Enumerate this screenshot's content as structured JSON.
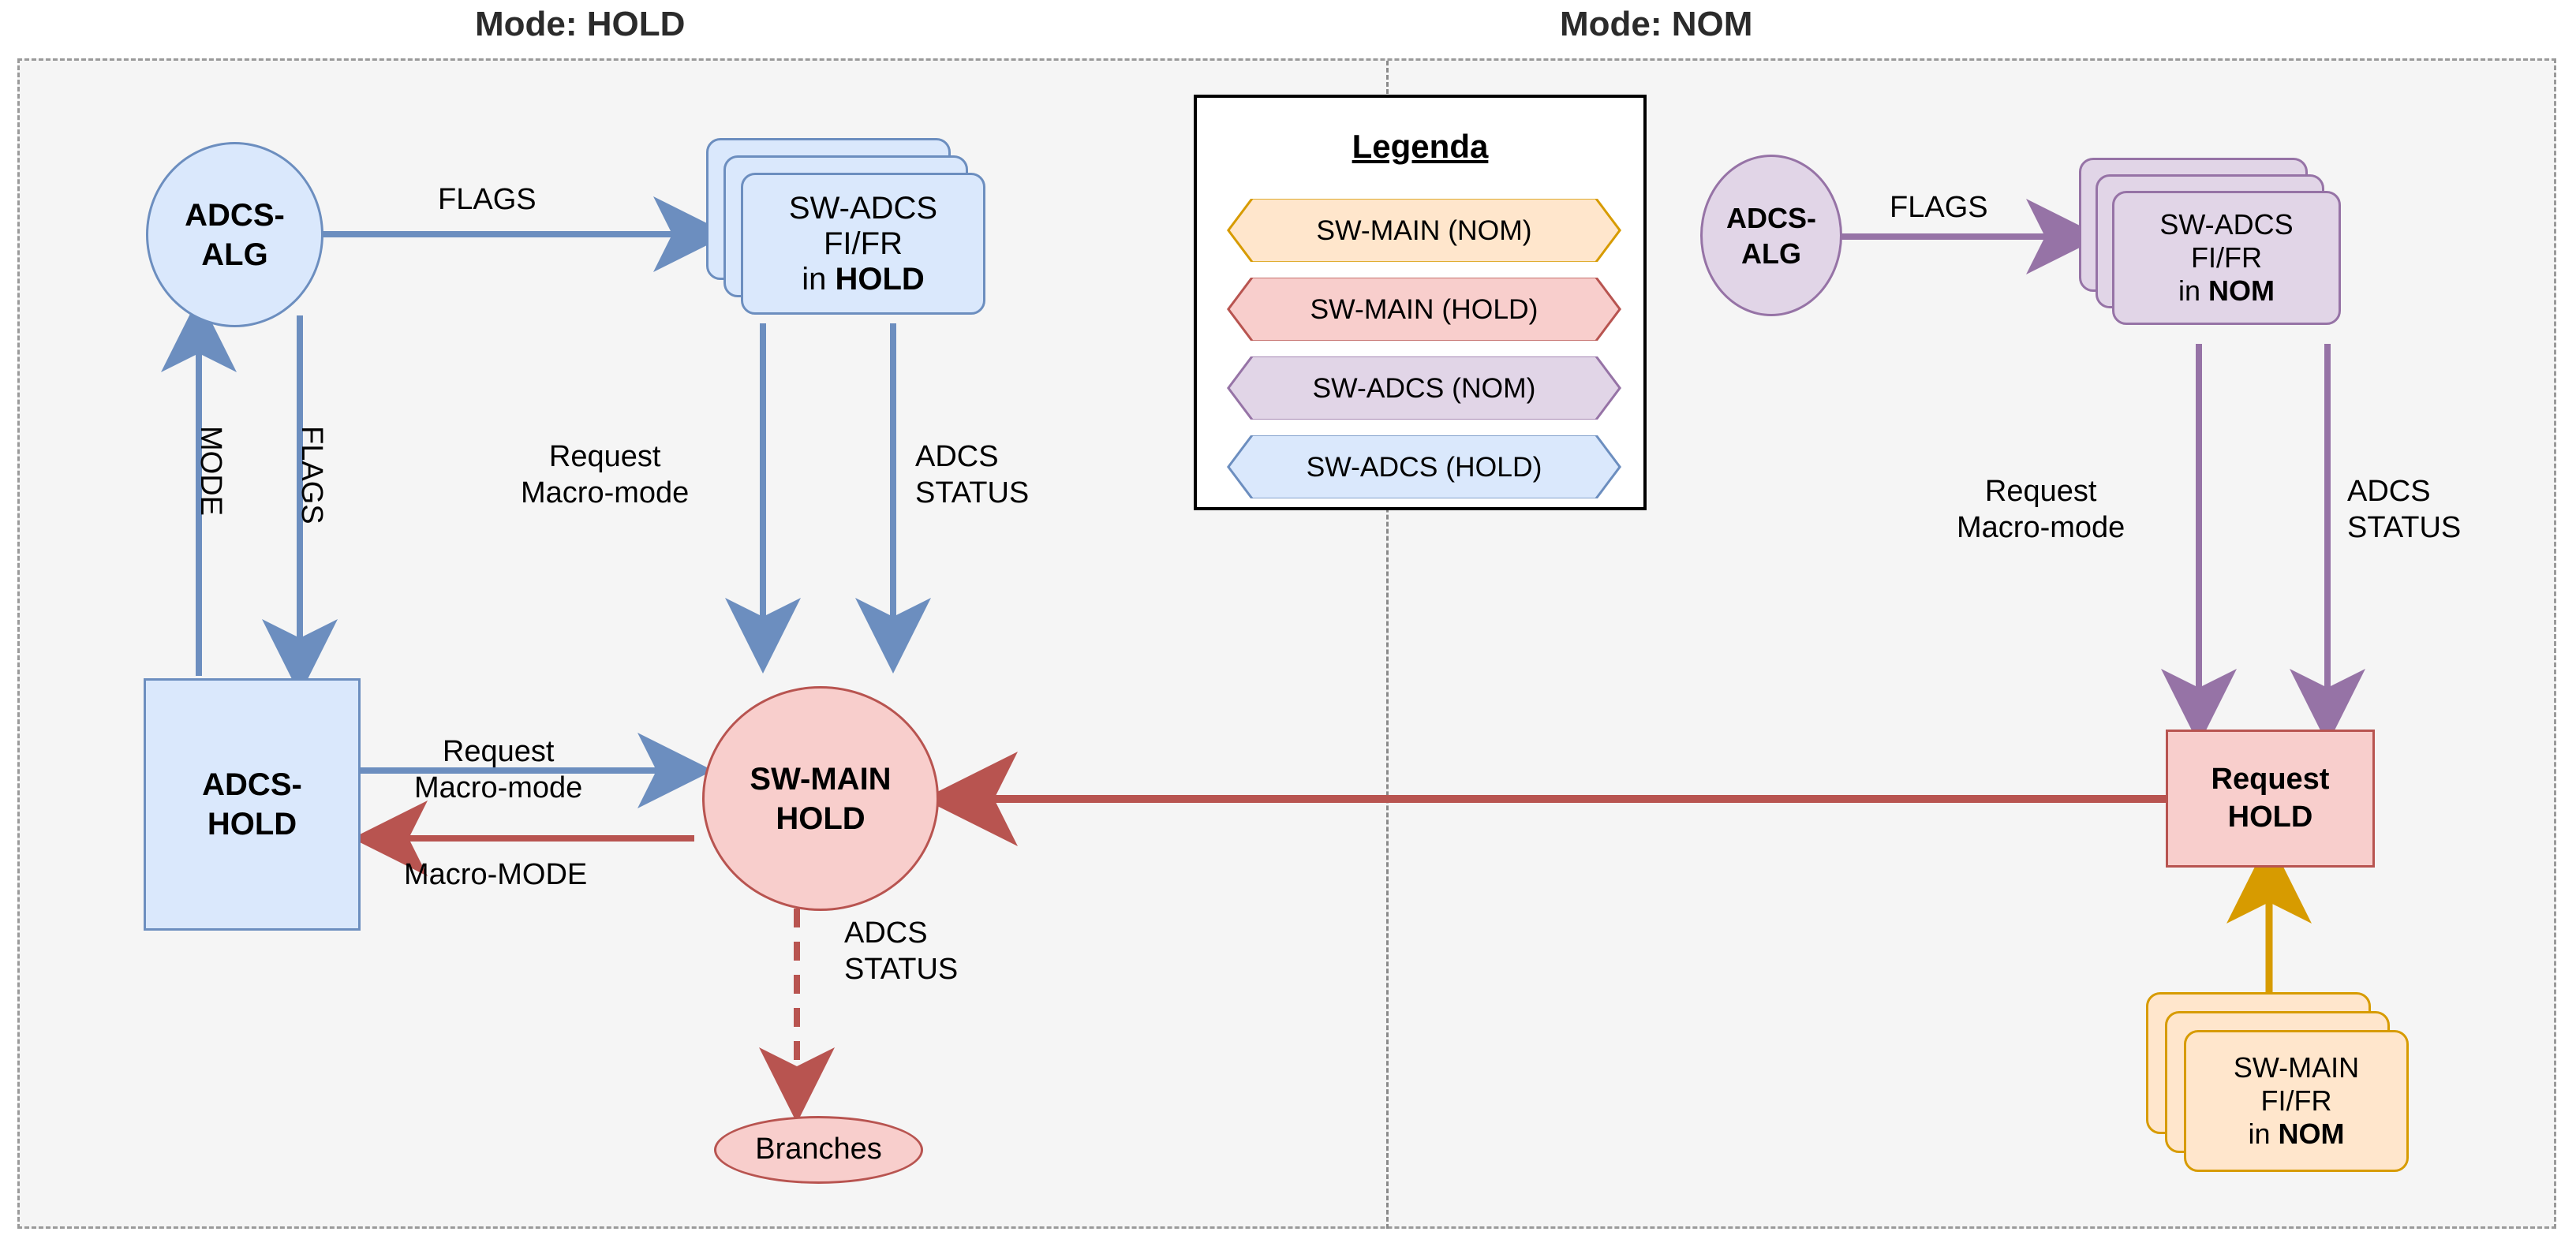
{
  "titles": {
    "hold": "Mode: HOLD",
    "nom": "Mode: NOM"
  },
  "legend": {
    "title": "Legenda",
    "items": [
      {
        "label": "SW-MAIN (NOM)",
        "fill": "#ffe6cc",
        "stroke": "#d79b00"
      },
      {
        "label": "SW-MAIN (HOLD)",
        "fill": "#f8cecc",
        "stroke": "#b85450"
      },
      {
        "label": "SW-ADCS (NOM)",
        "fill": "#e1d5e7",
        "stroke": "#9673a6"
      },
      {
        "label": "SW-ADCS (HOLD)",
        "fill": "#dae8fc",
        "stroke": "#6c8ebf"
      }
    ]
  },
  "hold_section": {
    "adcs_alg": {
      "line1": "ADCS-",
      "line2": "ALG"
    },
    "sw_adcs_fifr": {
      "line1": "SW-ADCS",
      "line2": "FI/FR",
      "line3_prefix": "in ",
      "line3_bold": "HOLD"
    },
    "adcs_hold": {
      "line1": "ADCS-",
      "line2": "HOLD"
    },
    "sw_main_hold": {
      "line1": "SW-MAIN",
      "line2": "HOLD"
    },
    "branches": {
      "label": "Branches"
    },
    "edges": {
      "flags_alg_to_fifr": "FLAGS",
      "mode_up": "MODE",
      "flags_down": "FLAGS",
      "request_macro_mode": "Request\nMacro-mode",
      "adcs_status": "ADCS\nSTATUS",
      "request_macro_mode_h": "Request\nMacro-mode",
      "macro_mode_back": "Macro-MODE",
      "adcs_status_branches": "ADCS\nSTATUS"
    }
  },
  "nom_section": {
    "adcs_alg": {
      "line1": "ADCS-",
      "line2": "ALG"
    },
    "sw_adcs_fifr": {
      "line1": "SW-ADCS",
      "line2": "FI/FR",
      "line3_prefix": "in ",
      "line3_bold": "NOM"
    },
    "request_hold": {
      "line1": "Request",
      "line2": "HOLD"
    },
    "sw_main_fifr": {
      "line1": "SW-MAIN",
      "line2": "FI/FR",
      "line3_prefix": "in ",
      "line3_bold": "NOM"
    },
    "edges": {
      "flags_alg_to_fifr": "FLAGS",
      "request_macro_mode": "Request\nMacro-mode",
      "adcs_status": "ADCS\nSTATUS"
    }
  },
  "colors": {
    "blue_fill": "#dae8fc",
    "blue_stroke": "#6c8ebf",
    "purple_fill": "#e1d5e7",
    "purple_stroke": "#9673a6",
    "pink_fill": "#f8cecc",
    "pink_stroke": "#b85450",
    "orange_fill": "#ffe6cc",
    "orange_stroke": "#d79b00",
    "panel_bg": "#f5f5f5",
    "panel_border": "#9a9a9a"
  }
}
